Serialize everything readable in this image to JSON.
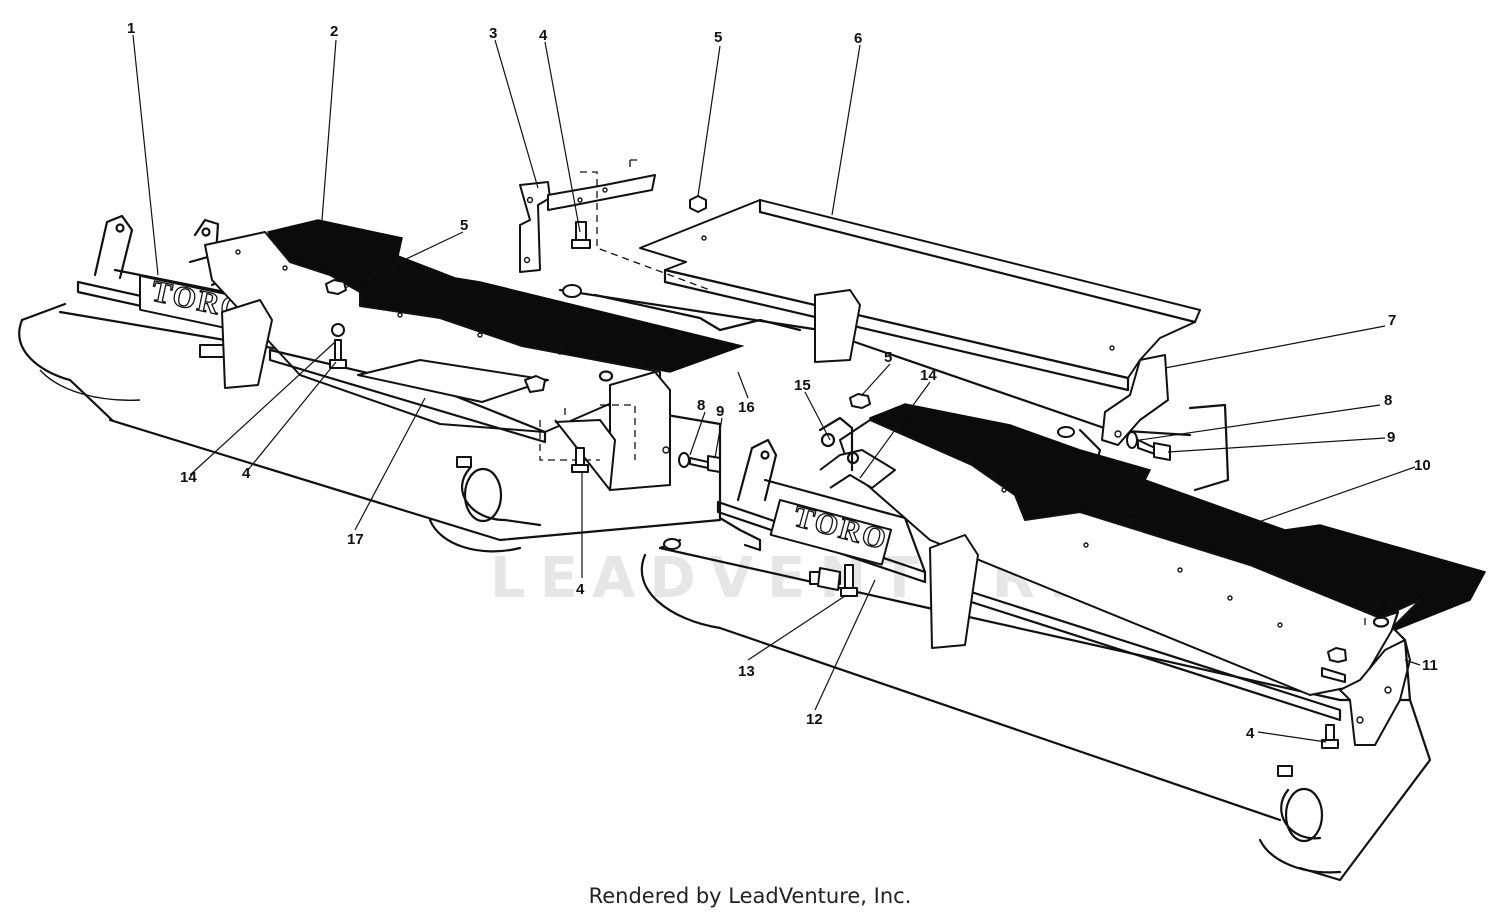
{
  "callouts": [
    {
      "n": "1",
      "label": "1"
    },
    {
      "n": "2",
      "label": "2"
    },
    {
      "n": "3",
      "label": "3"
    },
    {
      "n": "4a",
      "label": "4"
    },
    {
      "n": "5a",
      "label": "5"
    },
    {
      "n": "6",
      "label": "6"
    },
    {
      "n": "5b",
      "label": "5"
    },
    {
      "n": "7",
      "label": "7"
    },
    {
      "n": "5c",
      "label": "5"
    },
    {
      "n": "14a",
      "label": "14"
    },
    {
      "n": "16",
      "label": "16"
    },
    {
      "n": "8a",
      "label": "8"
    },
    {
      "n": "9a",
      "label": "9"
    },
    {
      "n": "15",
      "label": "15"
    },
    {
      "n": "8b",
      "label": "8"
    },
    {
      "n": "9b",
      "label": "9"
    },
    {
      "n": "10",
      "label": "10"
    },
    {
      "n": "14b",
      "label": "14"
    },
    {
      "n": "4b",
      "label": "4"
    },
    {
      "n": "17",
      "label": "17"
    },
    {
      "n": "4c",
      "label": "4"
    },
    {
      "n": "11",
      "label": "11"
    },
    {
      "n": "13",
      "label": "13"
    },
    {
      "n": "12",
      "label": "12"
    },
    {
      "n": "4d",
      "label": "4"
    }
  ],
  "logos": {
    "left": "TORO",
    "right": "TORO"
  },
  "watermark": "LEADVENTURE",
  "footer": "Rendered by LeadVenture, Inc."
}
